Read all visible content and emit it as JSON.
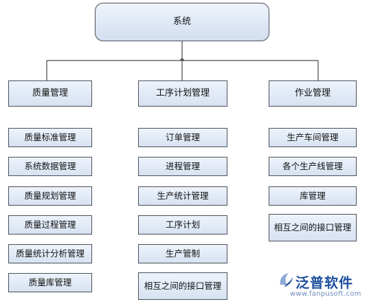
{
  "root": "系统",
  "categories": [
    {
      "title": "质量管理",
      "items": [
        "质量标准管理",
        "系统数据管理",
        "质量规划管理",
        "质量过程管理",
        "质量统计分析管理",
        "质量库管理"
      ]
    },
    {
      "title": "工序计划管理",
      "items": [
        "订单管理",
        "进程管理",
        "生产统计管理",
        "工序计划",
        "生产管制",
        "相互之间的接口管理"
      ]
    },
    {
      "title": "作业管理",
      "items": [
        "生产车间管理",
        "各个生产线管理",
        "库管理",
        "相互之间的接口管理"
      ]
    }
  ],
  "watermark": {
    "name": "泛普软件",
    "url": "www.fanpusoft.com",
    "brand_color": "#1f4f9e"
  },
  "colors": {
    "box_fill": "#dde6f3",
    "box_border": "#4a4f57"
  }
}
